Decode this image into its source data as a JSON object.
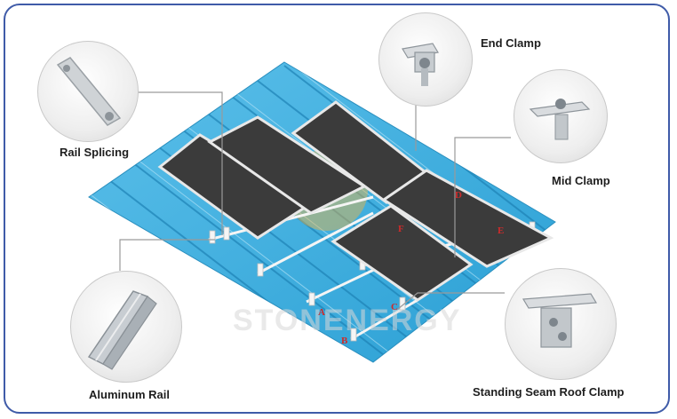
{
  "callouts": {
    "end_clamp": "End Clamp",
    "rail_splicing": "Rail Splicing",
    "mid_clamp": "Mid Clamp",
    "aluminum_rail": "Aluminum Rail",
    "standing_seam_roof_clamp": "Standing Seam Roof Clamp"
  },
  "markers": {
    "a": "A",
    "b": "B",
    "c": "C",
    "d": "D",
    "e": "E",
    "f": "F"
  },
  "watermark": "STONENERGY",
  "colors": {
    "frame": "#3f5ba8",
    "roof": "#33a9dc",
    "roof_rib": "#1e82b6",
    "panel": "#3b3b3b",
    "panel_frame": "#e8e8e8",
    "rail": "#f2f2f2",
    "marker": "#cc2b2b",
    "leader": "#9a9a9a"
  }
}
